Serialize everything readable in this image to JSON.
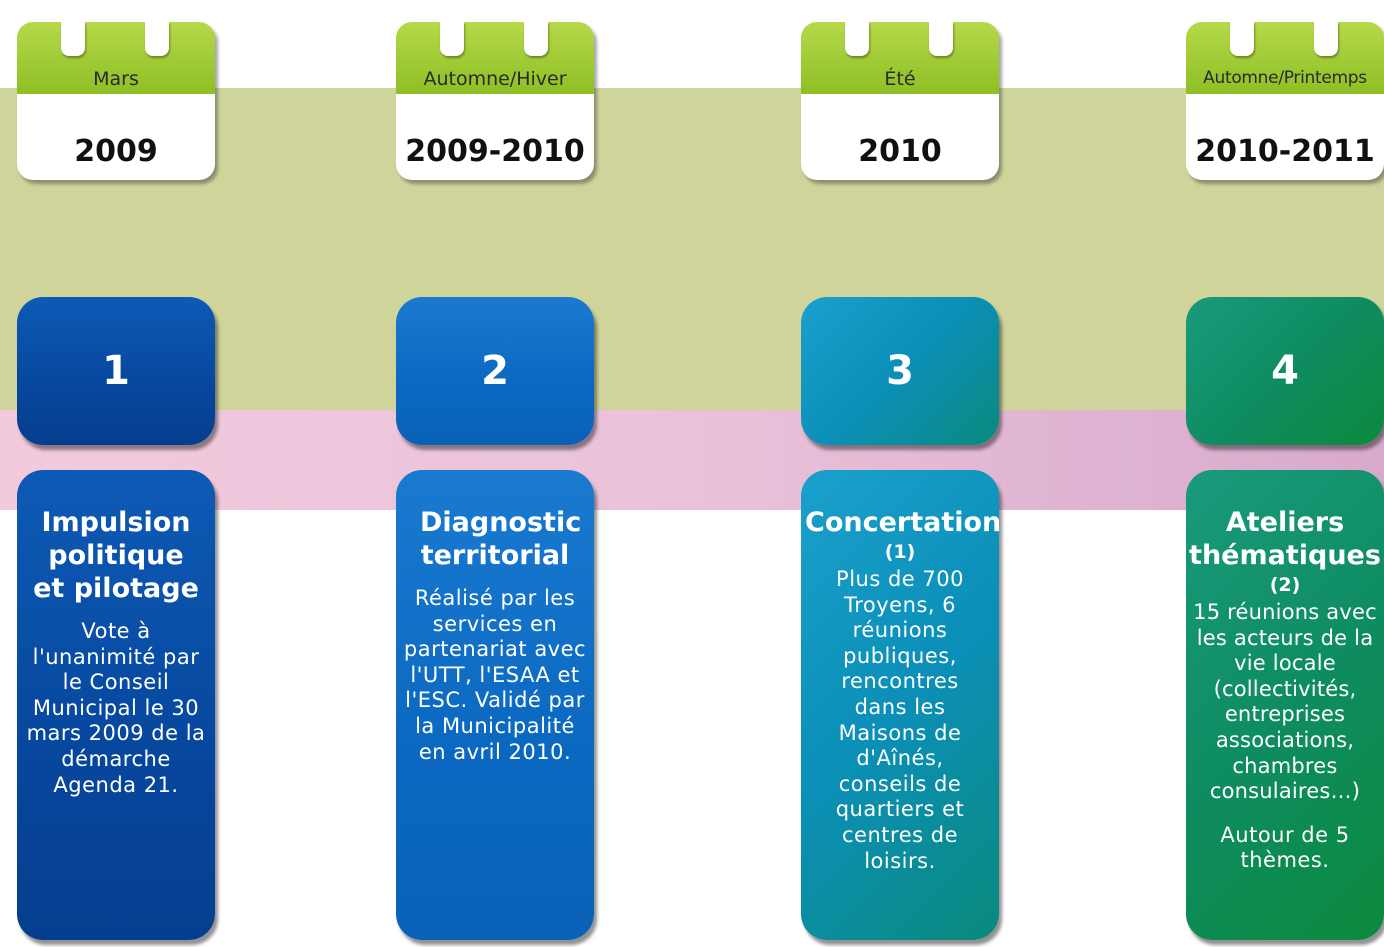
{
  "steps": [
    {
      "number": "1",
      "season": "Mars",
      "year": "2009",
      "title": "Impulsion politique et pilotage",
      "note": "",
      "text": "Vote à l'unanimité par le Conseil Municipal le 30 mars 2009 de la démarche Agenda 21.",
      "text2": ""
    },
    {
      "number": "2",
      "season": "Automne/Hiver",
      "year": "2009-2010",
      "title": "Diagnostic territorial",
      "note": "",
      "text": "Réalisé par les services en partenariat avec l'UTT, l'ESAA et l'ESC. Validé par la Municipalité en avril 2010.",
      "text2": ""
    },
    {
      "number": "3",
      "season": "Été",
      "year": "2010",
      "title": "Concertation",
      "note": "(1)",
      "text": "Plus de 700 Troyens, 6 réunions publiques, rencontres dans les Maisons de d'Aînés, conseils de quartiers et centres de loisirs.",
      "text2": ""
    },
    {
      "number": "4",
      "season": "Automne/Printemps",
      "year": "2010-2011",
      "title": "Ateliers thématiques",
      "note": "(2)",
      "text": "15 réunions avec les acteurs de la vie locale (collectivités, entreprises associations, chambres consulaires…)",
      "text2": "Autour de 5 thèmes."
    }
  ]
}
